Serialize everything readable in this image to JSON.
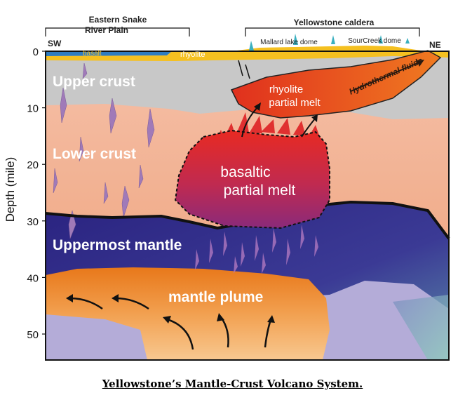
{
  "diagram": {
    "labels": {
      "eastern_snake_line1": "Eastern Snake",
      "eastern_snake_line2": "River Plain",
      "yellowstone_caldera": "Yellowstone caldera",
      "sw": "SW",
      "ne": "NE",
      "basalt": "basalt",
      "rhyolite": "rhyolite",
      "mallard_lake_dome": "Mallard lake dome",
      "sourcreek_dome": "SourCreek dome",
      "upper_crust": "Upper crust",
      "lower_crust": "Lower crust",
      "uppermost_mantle": "Uppermost mantle",
      "mantle_plume": "mantle plume",
      "rhyolite_melt_line1": "rhyolite",
      "rhyolite_melt_line2": "partial melt",
      "basaltic_melt_line1": "basaltic",
      "basaltic_melt_line2": "partial melt",
      "hydrothermal_fluids": "Hydrothermal fluids"
    },
    "axis": {
      "label": "Depth (mile)",
      "ticks": [
        "0",
        "10",
        "20",
        "30",
        "40",
        "50"
      ],
      "tick_values": [
        0,
        10,
        20,
        30,
        40,
        50
      ]
    },
    "colors": {
      "upper_crust": "#c8c8c8",
      "lower_crust": "#f0b49a",
      "mantle": "#3c2f88",
      "plume": "#f08a30",
      "basalt": "#2f7cc0",
      "rhyolite": "#f5c020",
      "melt_red": "#e03030"
    }
  },
  "caption": "Yellowstone’s Mantle-Crust Volcano System."
}
